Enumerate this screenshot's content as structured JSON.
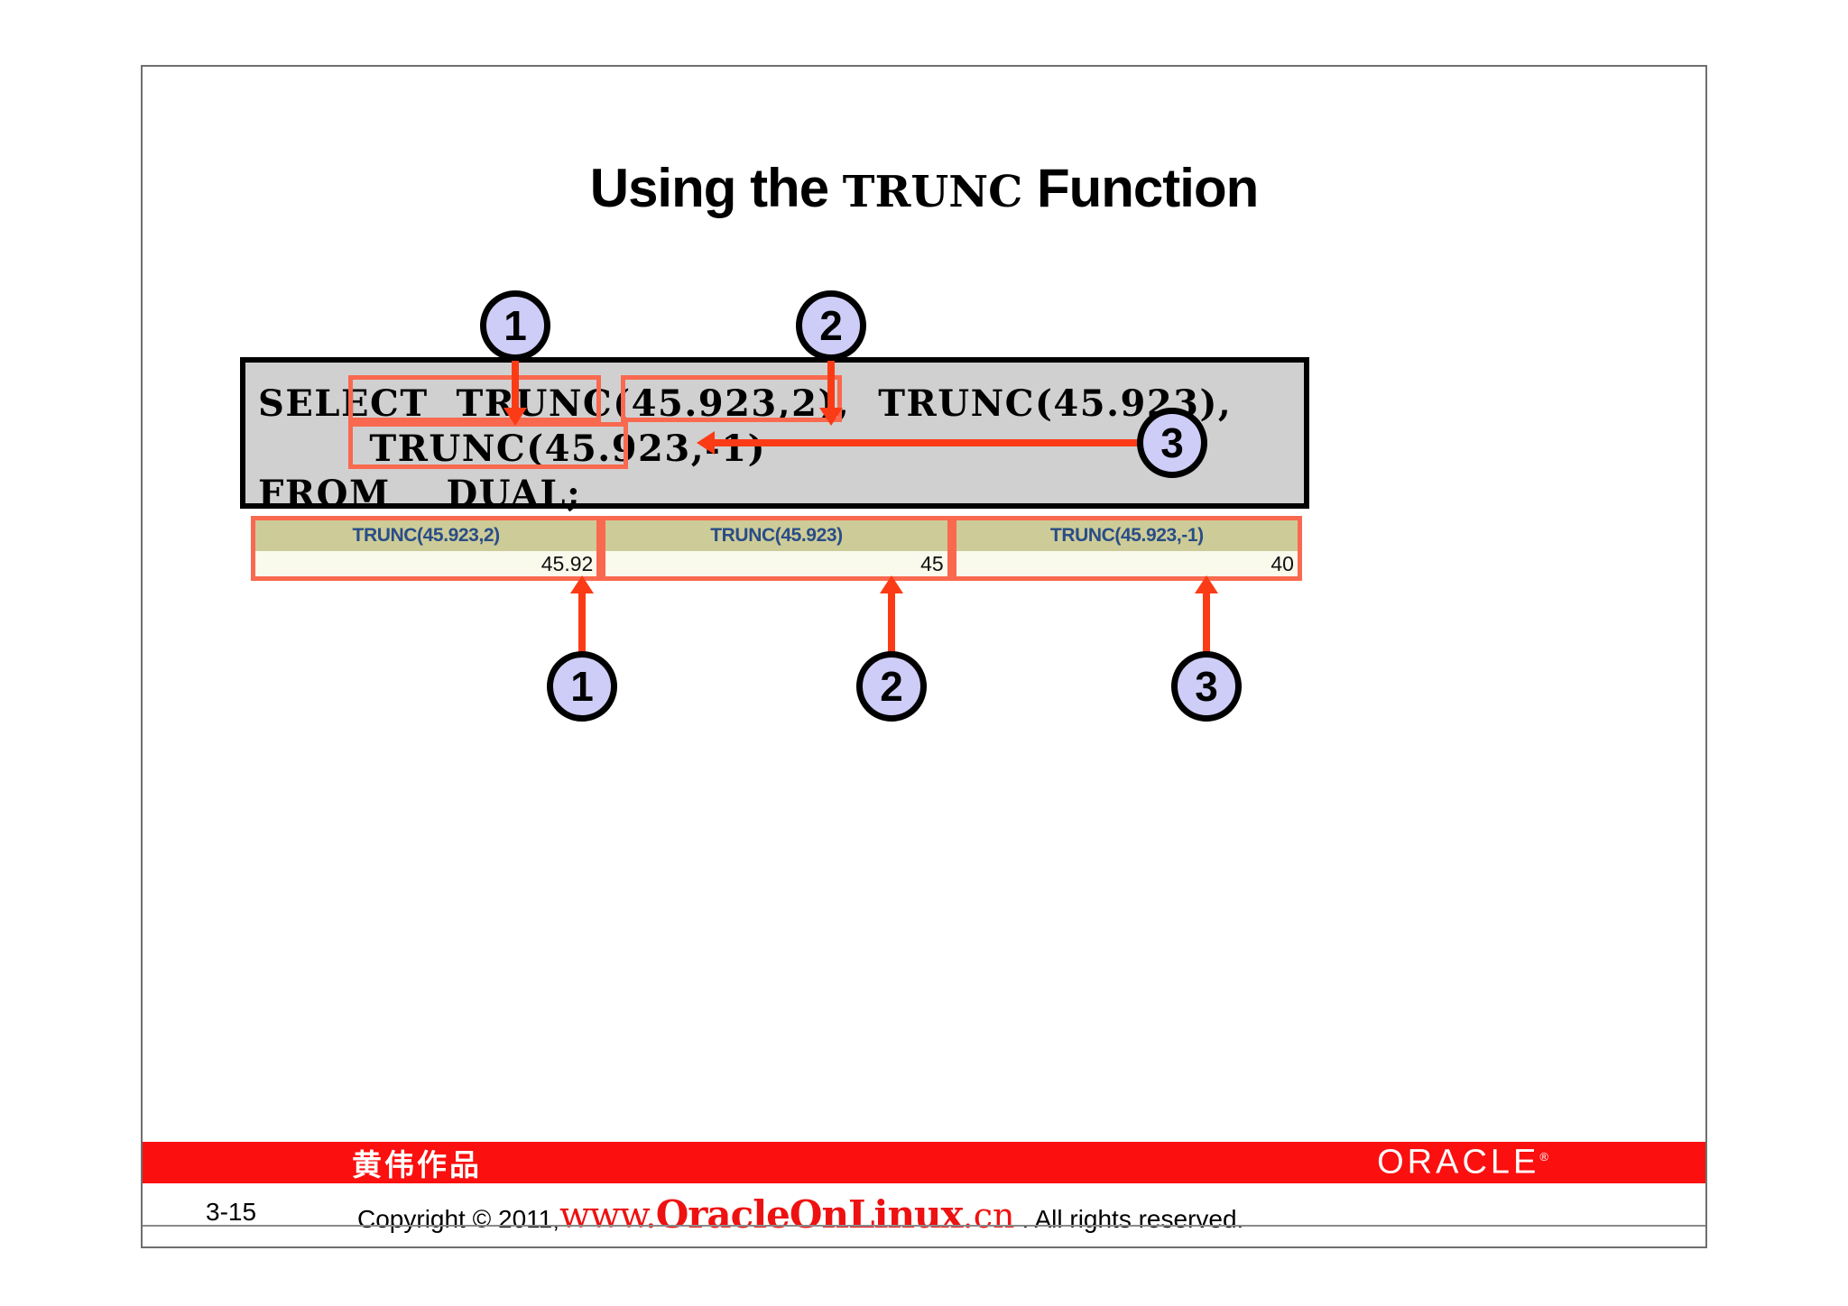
{
  "slide": {
    "title": {
      "before": "Using the ",
      "code": "TRUNC",
      "after": " Function"
    },
    "page_number": "3-15"
  },
  "code_block": {
    "line1": "SELECT  TRUNC(45.923,2),  TRUNC(45.923),",
    "line2": "        TRUNC(45.923,-1)",
    "line3": "FROM    DUAL;",
    "background": "#d0d0d0",
    "highlight_color": "#f9694f"
  },
  "callouts": {
    "top": [
      {
        "id": "callout-1",
        "label": "1"
      },
      {
        "id": "callout-2",
        "label": "2"
      },
      {
        "id": "callout-3",
        "label": "3"
      }
    ],
    "bottom": [
      {
        "id": "callout-1b",
        "label": "1"
      },
      {
        "id": "callout-2b",
        "label": "2"
      },
      {
        "id": "callout-3b",
        "label": "3"
      }
    ],
    "circle_fill": "#cdcdf7",
    "arrow_color": "#fb3b16"
  },
  "result_table": {
    "type": "table",
    "columns": [
      {
        "header": "TRUNC(45.923,2)",
        "value": "45.92"
      },
      {
        "header": "TRUNC(45.923)",
        "value": "45"
      },
      {
        "header": "TRUNC(45.923,-1)",
        "value": "40"
      }
    ],
    "header_bg": "#cdcb97",
    "header_fg": "#2a4d87",
    "cell_bg": "#f9f9ec"
  },
  "footer": {
    "watermark_cn": "黄伟作品",
    "brand": "ORACLE",
    "brand_mark": "®",
    "bar_color": "#fb0f0f",
    "copyright_prefix": "Copyright © 2011, ",
    "site_www": "www.",
    "site_brand": "OracleOnLinux",
    "site_tld": ".cn",
    "rights": ". All rights reserved."
  }
}
